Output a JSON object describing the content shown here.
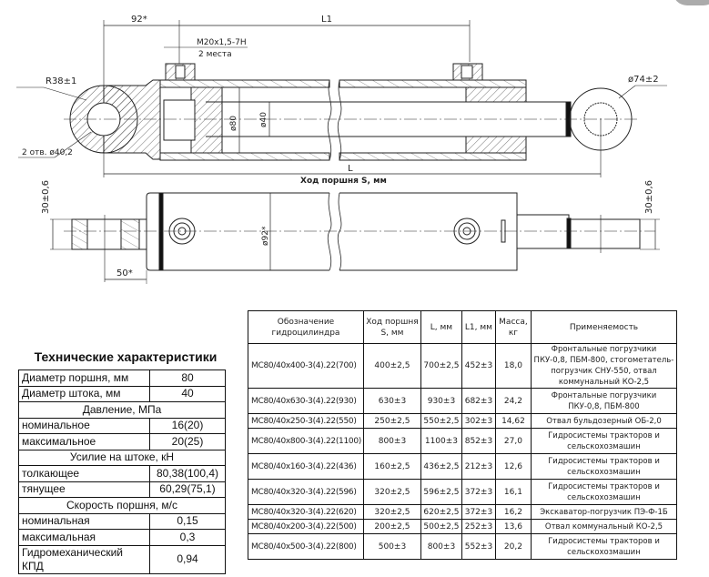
{
  "drawing": {
    "dims": {
      "eye_offset": "92*",
      "l1": "L1",
      "port_thread": "M20x1,5-7H",
      "port_count": "2 места",
      "eye_radius": "R38±1",
      "eye_hole": "2 отв. ø40,2",
      "bore": "ø80",
      "rod": "ø40",
      "rod_eye": "ø74±2",
      "l": "L",
      "stroke_label": "Ход поршня S, мм",
      "eye_width_left": "30±0,6",
      "eye_width_right": "30±0,6",
      "barrel_dia": "ø92*",
      "eye_length": "50*"
    }
  },
  "spec": {
    "title": "Технические характеристики",
    "rows": [
      {
        "label": "Диаметр поршня, мм",
        "value": "80"
      },
      {
        "label": "Диаметр штока, мм",
        "value": "40"
      },
      {
        "section": "Давление, МПа"
      },
      {
        "label": "номинальное",
        "value": "16(20)"
      },
      {
        "label": "максимальное",
        "value": "20(25)"
      },
      {
        "section": "Усилие на штоке, кН"
      },
      {
        "label": "толкающее",
        "value": "80,38(100,4)"
      },
      {
        "label": "тянущее",
        "value": "60,29(75,1)"
      },
      {
        "section": "Скорость поршня, м/с"
      },
      {
        "label": "номинальная",
        "value": "0,15"
      },
      {
        "label": "максимальная",
        "value": "0,3"
      },
      {
        "label": "Гидромеханический КПД",
        "value": "0,94"
      }
    ]
  },
  "models": {
    "headers": [
      "Обозначение гидроцилиндра",
      "Ход поршня S, мм",
      "L, мм",
      "L1, мм",
      "Масса, кг",
      "Применяемость"
    ],
    "rows": [
      {
        "name": "МС80/40х400-3(4).22(700)",
        "stroke": "400±2,5",
        "l": "700±2,5",
        "l1": "452±3",
        "mass": "18,0",
        "app": "Фронтальные погрузчики ПКУ-0,8, ПБМ-800, стогометатель-погрузчик СНУ-550, отвал коммунальный КО-2,5",
        "lines": 3
      },
      {
        "name": "МС80/40х630-3(4).22(930)",
        "stroke": "630±3",
        "l": "930±3",
        "l1": "682±3",
        "mass": "24,2",
        "app": "Фронтальные погрузчики ПКУ-0,8, ПБМ-800",
        "lines": 2
      },
      {
        "name": "МС80/40х250-3(4).22(550)",
        "stroke": "250±2,5",
        "l": "550±2,5",
        "l1": "302±3",
        "mass": "14,62",
        "app": "Отвал бульдозерный ОБ-2,0",
        "lines": 1
      },
      {
        "name": "МС80/40х800-3(4).22(1100)",
        "stroke": "800±3",
        "l": "1100±3",
        "l1": "852±3",
        "mass": "27,0",
        "app": "Гидросистемы тракторов и сельскохозмашин",
        "lines": 2
      },
      {
        "name": "МС80/40х160-3(4).22(436)",
        "stroke": "160±2,5",
        "l": "436±2,5",
        "l1": "212±3",
        "mass": "12,6",
        "app": "Гидросистемы тракторов и сельскохозмашин",
        "lines": 2
      },
      {
        "name": "МС80/40х320-3(4).22(596)",
        "stroke": "320±2,5",
        "l": "596±2,5",
        "l1": "372±3",
        "mass": "16,1",
        "app": "Гидросистемы тракторов и сельскохозмашин",
        "lines": 2
      },
      {
        "name": "МС80/40х320-3(4).22(620)",
        "stroke": "320±2,5",
        "l": "620±2,5",
        "l1": "372±3",
        "mass": "16,2",
        "app": "Экскаватор-погрузчик ПЭ-Ф-1Б",
        "lines": 1
      },
      {
        "name": "МС80/40х200-3(4).22(500)",
        "stroke": "200±2,5",
        "l": "500±2,5",
        "l1": "252±3",
        "mass": "13,6",
        "app": "Отвал коммунальный КО-2,5",
        "lines": 1
      },
      {
        "name": "МС80/40х500-3(4).22(800)",
        "stroke": "500±3",
        "l": "800±3",
        "l1": "552±3",
        "mass": "20,2",
        "app": "Гидросистемы тракторов и сельскохозмашин",
        "lines": 2
      }
    ]
  }
}
